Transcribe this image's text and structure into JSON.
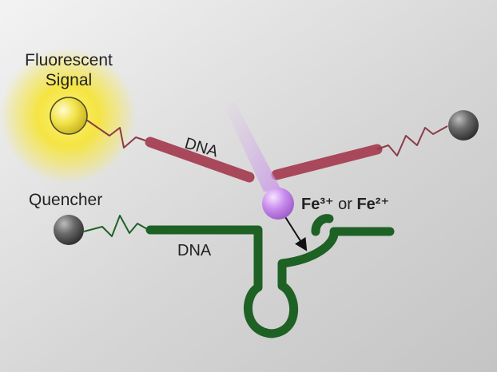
{
  "labels": {
    "fluorescent_line1": "Fluorescent",
    "fluorescent_line2": "Signal",
    "quencher": "Quencher",
    "dna_upper": "DNA",
    "dna_lower": "DNA",
    "ion_fe3": "Fe³⁺",
    "ion_or": " or ",
    "ion_fe2": "Fe²⁺"
  },
  "colors": {
    "background_light": "#f3f3f3",
    "background_dark": "#bdbdbd",
    "dna_strand_upper": "#a8485a",
    "dna_strand_lower": "#1e6125",
    "fluorophore": "#f4e84a",
    "glow": "#f7e640",
    "quencher_sphere": "#555555",
    "metal_ion": "#c48ae8",
    "text": "#222222"
  },
  "icons": {
    "fluorophore": "fluorophore-sphere-icon",
    "quencher": "quencher-sphere-icon",
    "metal_ion": "metal-ion-sphere-icon",
    "cleavage_arrow": "arrow-icon"
  }
}
